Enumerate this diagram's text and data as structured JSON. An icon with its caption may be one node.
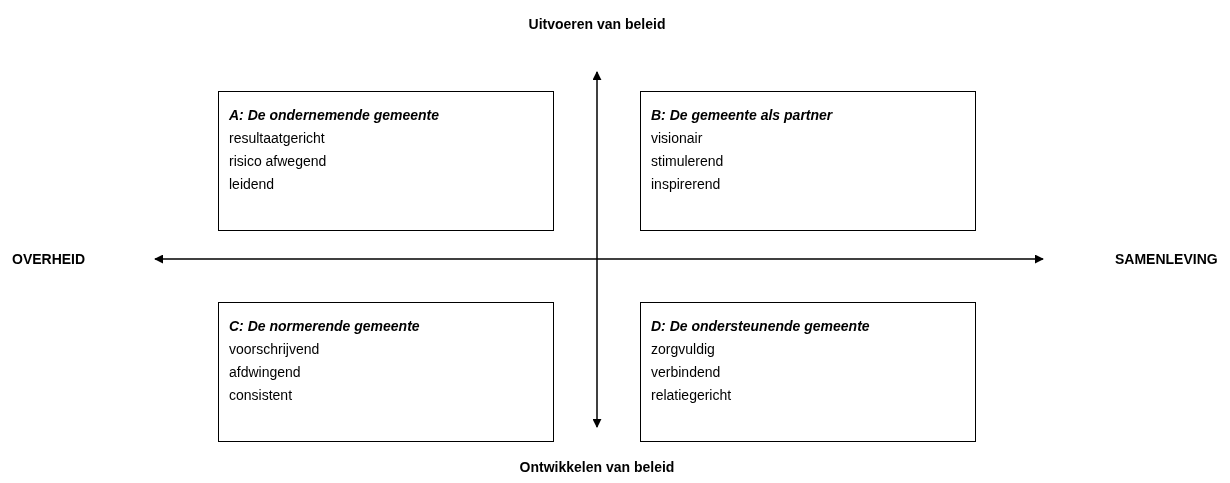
{
  "diagram": {
    "nodes": [
      {
        "text": [
          "A: De ondernemende gemeente",
          "resultaatgericht",
          "risico afwegend",
          "leidend"
        ]
      },
      {
        "text": [
          "B: De gemeente als partner",
          "visionair",
          "stimulerend",
          "inspirerend"
        ]
      },
      {
        "text": [
          "C: De normerende gemeente",
          "voorschrijvend",
          "afdwingend",
          "consistent"
        ]
      },
      {
        "text": [
          "D: De ondersteunende gemeente",
          "zorgvuldig",
          "verbindend",
          "relatiegericht"
        ]
      }
    ],
    "edges": [],
    "labels": [
      "Uitvoeren van beleid",
      "OVERHEID",
      "SAMENLEVING",
      "Ontwikkelen van beleid"
    ]
  }
}
